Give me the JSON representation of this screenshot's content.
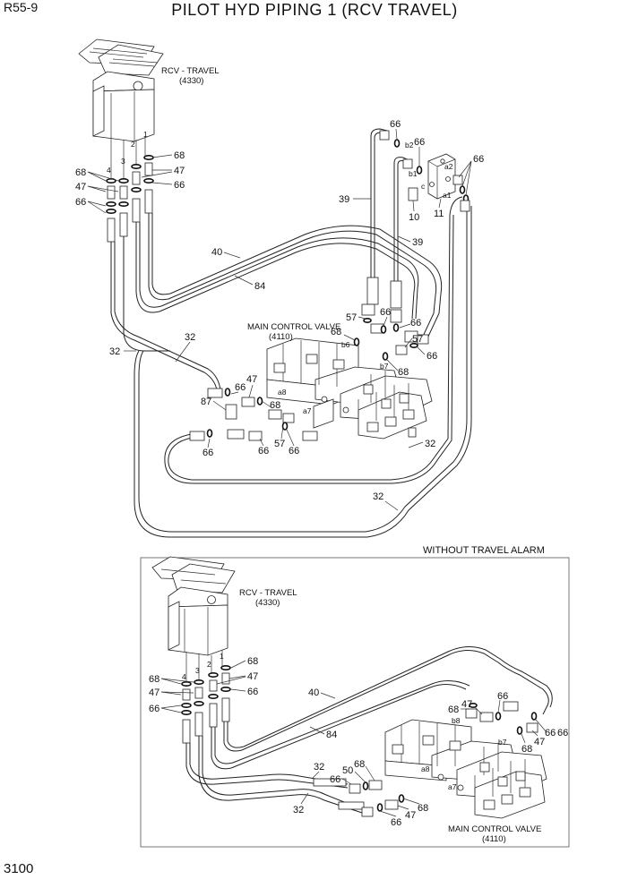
{
  "header": {
    "code": "R55-9",
    "title": "PILOT HYD PIPING 1 (RCV TRAVEL)"
  },
  "page_number": "3100",
  "top": {
    "rcv_name": "RCV - TRAVEL",
    "rcv_code": "(4330)",
    "mcv_name": "MAIN CONTROL VALVE",
    "mcv_code": "(4110)",
    "ports": {
      "p1": "1",
      "p2": "2",
      "p3": "3",
      "p4": "4"
    },
    "block_ports": {
      "a1": "a1",
      "a2": "a2",
      "b1": "b1",
      "b2": "b2",
      "c": "c"
    },
    "valve_ports": {
      "a7": "a7",
      "a8": "a8",
      "b6": "b6",
      "b7": "b7"
    },
    "callouts": {
      "c68a": "68",
      "c47a": "47",
      "c66a": "66",
      "c68b": "68",
      "c47b": "47",
      "c66b": "66",
      "c66t1": "66",
      "c66t2": "66",
      "c66t3": "66",
      "c10": "10",
      "c11": "11",
      "c39a": "39",
      "c39b": "39",
      "c40": "40",
      "c84": "84",
      "c57a": "57",
      "c66m1": "66",
      "c66m2": "66",
      "c68m": "68",
      "c57b": "57",
      "c68n": "68",
      "c66n": "66",
      "c32a": "32",
      "c32b": "32",
      "c66p": "66",
      "c47p": "47",
      "c87": "87",
      "c68p": "68",
      "c66q1": "66",
      "c66q2": "66",
      "c57c": "57",
      "c66q3": "66",
      "c32c": "32",
      "c32d": "32"
    }
  },
  "bottom": {
    "note": "WITHOUT TRAVEL ALARM",
    "rcv_name": "RCV - TRAVEL",
    "rcv_code": "(4330)",
    "mcv_name": "MAIN CONTROL VALVE",
    "mcv_code": "(4110)",
    "ports": {
      "p1": "1",
      "p2": "2",
      "p3": "3",
      "p4": "4"
    },
    "valve_ports": {
      "a7": "a7",
      "a8": "a8",
      "b7": "b7",
      "b8": "b8"
    },
    "callouts": {
      "c68a": "68",
      "c47a": "47",
      "c66a": "66",
      "c68b": "68",
      "c47b": "47",
      "c66b": "66",
      "c40": "40",
      "c84": "84",
      "c66t": "66",
      "c47t": "47",
      "c68t": "68",
      "c66u": "66",
      "c47u": "47",
      "c68u": "68",
      "c66v": "66",
      "c32a": "32",
      "c32b": "32",
      "c50": "50",
      "c68w": "68",
      "c66w": "66",
      "c47w": "47",
      "c68x": "68",
      "c66x": "66"
    }
  }
}
